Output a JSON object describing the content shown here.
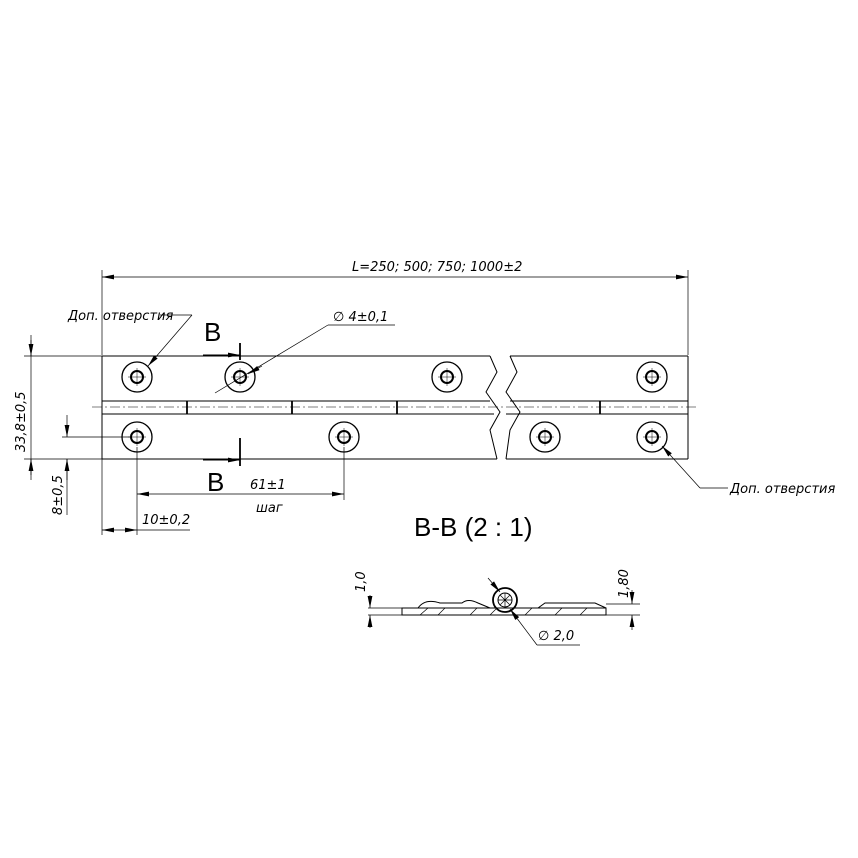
{
  "drawing": {
    "length_dim": "L=250; 500; 750; 1000±2",
    "extra_holes_top": "Доп. отверстия",
    "extra_holes_bottom": "Доп. отверстия",
    "hole_dia": "∅ 4±0,1",
    "section_mark_top": "B",
    "section_mark_bottom": "B",
    "width_dim": "33,8±0,5",
    "hole_offset_dim": "8±0,5",
    "pitch_dim": "61±1",
    "pitch_label": "шаг",
    "edge_dim": "10±0,2",
    "section_title": "B-B (2 : 1)",
    "thickness_dim": "1,0",
    "knuckle_dim": "1,80",
    "pin_dia": "∅ 2,0"
  }
}
